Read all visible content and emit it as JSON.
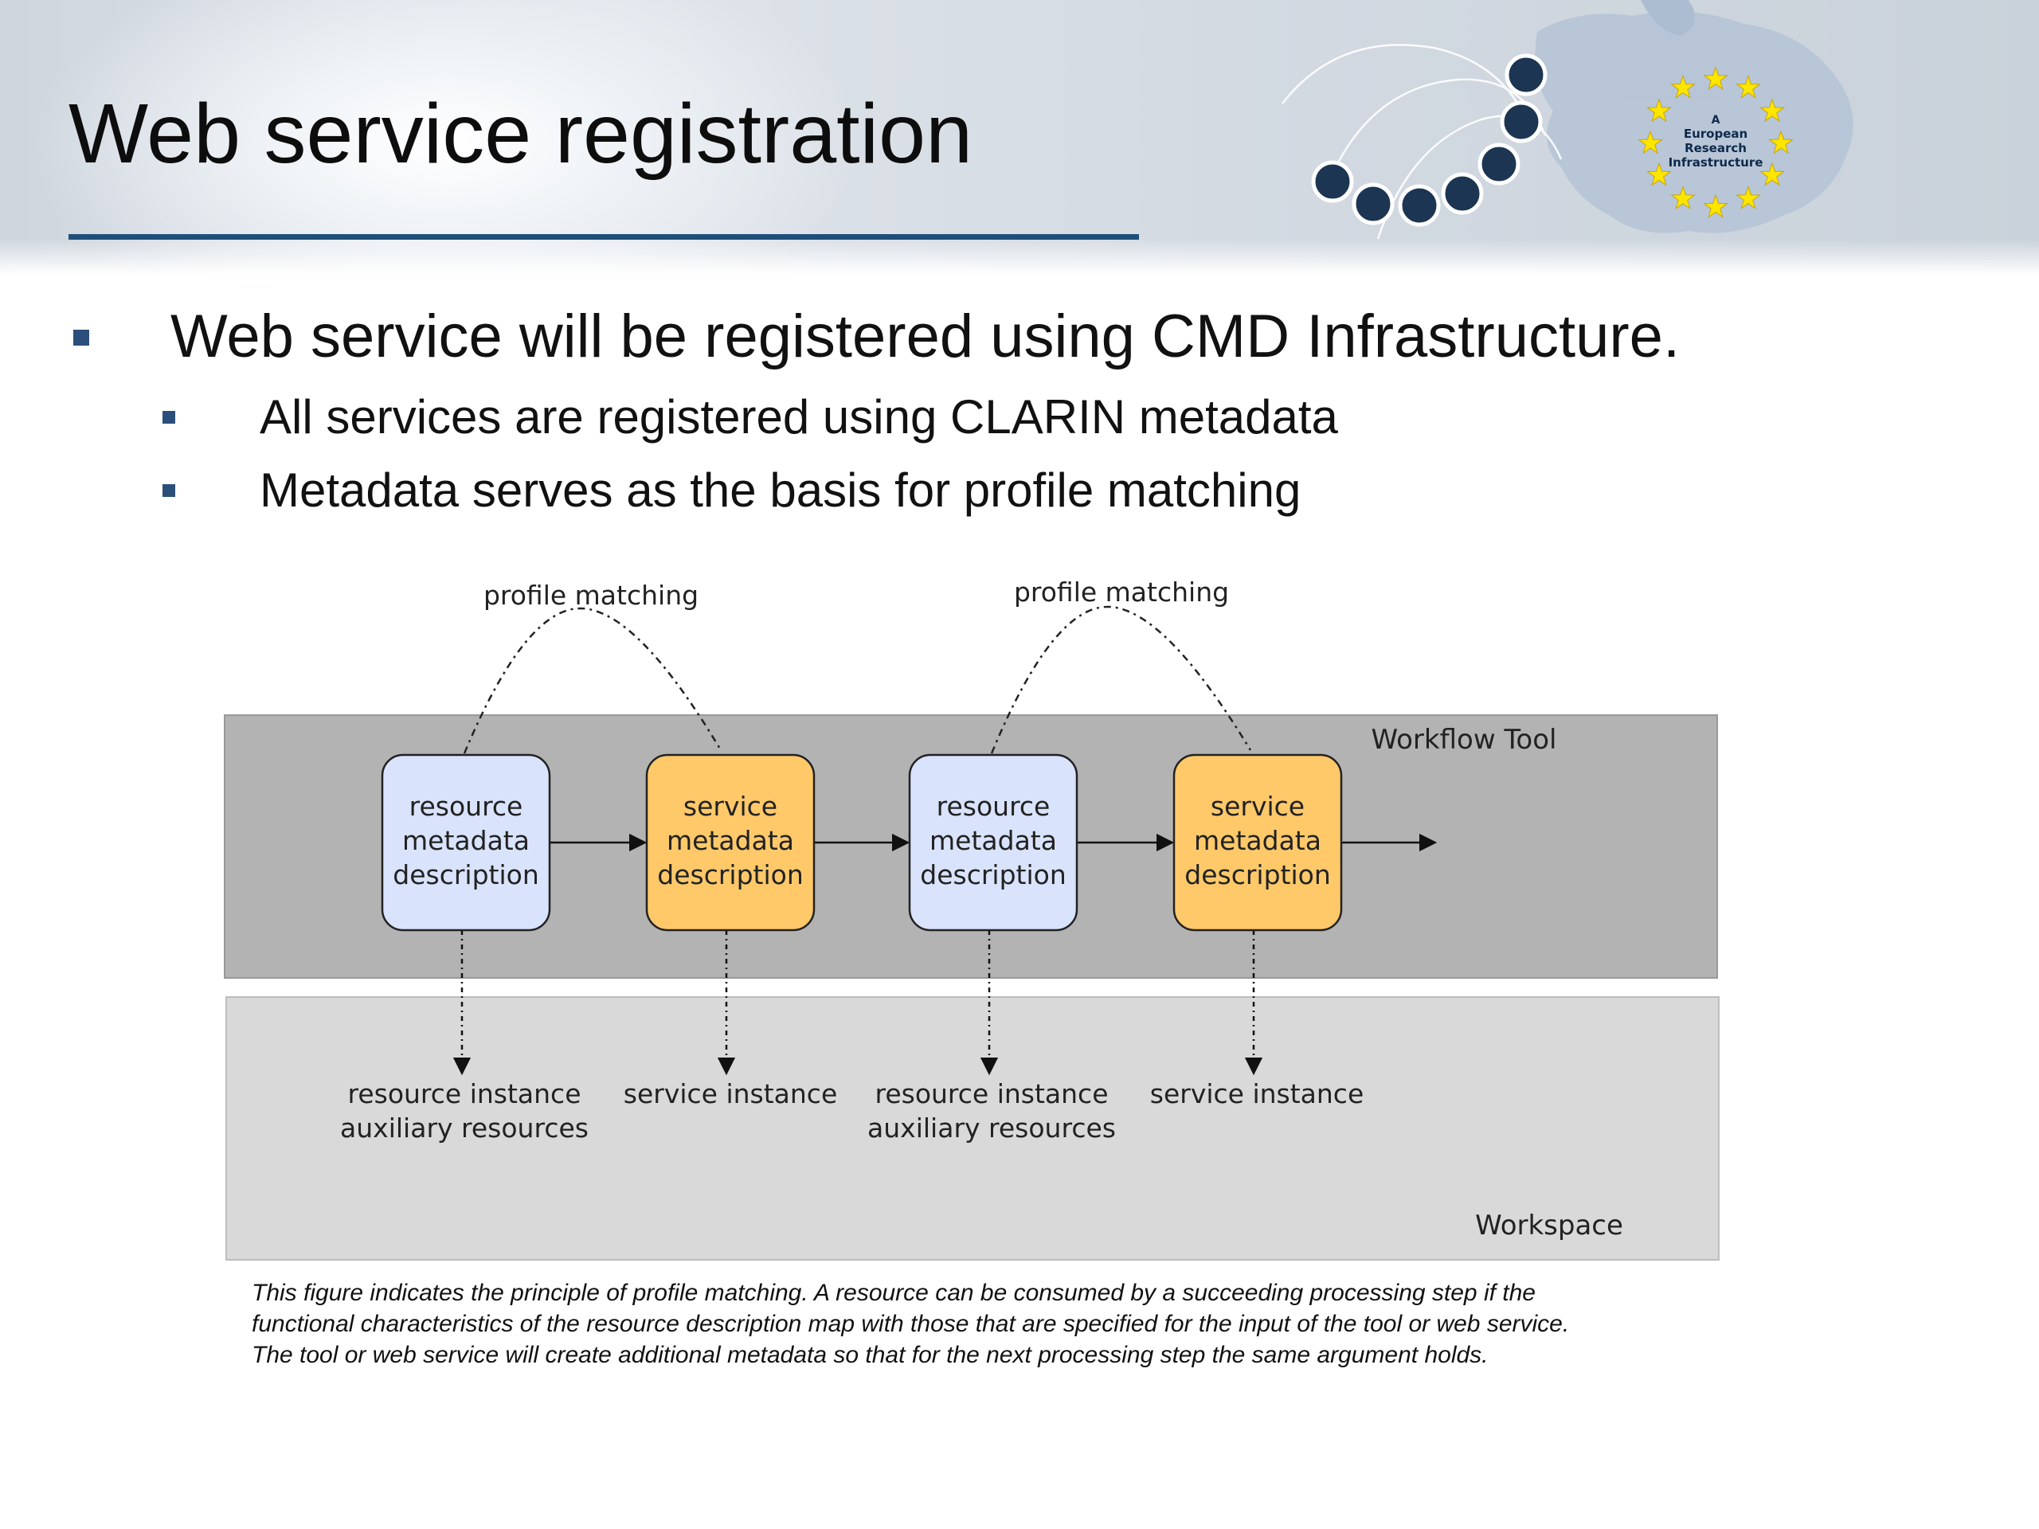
{
  "slide": {
    "title": "Web service registration",
    "bullets": [
      {
        "text": "Web service will be registered using CMD Infrastructure."
      },
      {
        "text": "All services are registered using CLARIN metadata"
      },
      {
        "text": "Metadata serves as the basis for profile matching"
      }
    ]
  },
  "logo": {
    "badge_lines": [
      "A",
      "European",
      "Research",
      "Infrastructure"
    ],
    "star_color": "#ffe600",
    "dot_color": "#1c3552"
  },
  "diagram": {
    "profile_matching_labels": [
      "profile matching",
      "profile matching"
    ],
    "workflow_tool_label": "Workflow Tool",
    "workspace_label": "Workspace",
    "boxes": [
      {
        "lines": [
          "resource",
          "metadata",
          "description"
        ],
        "kind": "resource",
        "color": "#d9e3fc"
      },
      {
        "lines": [
          "service",
          "metadata",
          "description"
        ],
        "kind": "service",
        "color": "#ffc96a"
      },
      {
        "lines": [
          "resource",
          "metadata",
          "description"
        ],
        "kind": "resource",
        "color": "#d9e3fc"
      },
      {
        "lines": [
          "service",
          "metadata",
          "description"
        ],
        "kind": "service",
        "color": "#ffc96a"
      }
    ],
    "instances": [
      {
        "lines": [
          "resource instance",
          "auxiliary resources"
        ]
      },
      {
        "lines": [
          "service instance"
        ]
      },
      {
        "lines": [
          "resource instance",
          "auxiliary resources"
        ]
      },
      {
        "lines": [
          "service instance"
        ]
      }
    ],
    "colors": {
      "workflow_band": "#b3b3b3",
      "workspace_band": "#d9d9d9"
    }
  },
  "caption": {
    "lines": [
      "This figure indicates the principle of profile matching. A resource can be consumed by a succeeding processing step if the",
      "functional characteristics of the resource description map with those that are specified for the input of the tool or web service.",
      "The tool or web service will create additional metadata so that for the next processing step the same argument holds."
    ]
  }
}
